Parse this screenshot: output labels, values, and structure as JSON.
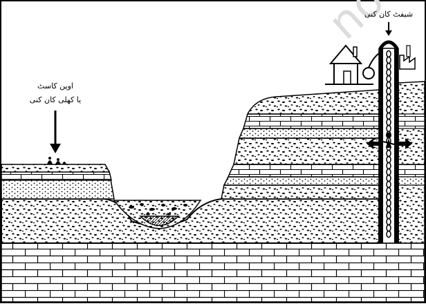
{
  "labels": {
    "opencast_line1": "اوپن کاسٹ",
    "opencast_line2": "یا کھلی کان کنی",
    "shaft_mining": "شیفٹ کان کنی",
    "watermark": "no"
  },
  "colors": {
    "ink": "#000000",
    "paper": "#ffffff",
    "watermark": "#dcdcdc"
  },
  "icons": {
    "house": "house-icon",
    "factory": "factory-icon",
    "opencast_arrow": "down-arrow-icon",
    "shaft_arrow": "down-arrow-icon",
    "miner": "miner-figure-icon"
  }
}
